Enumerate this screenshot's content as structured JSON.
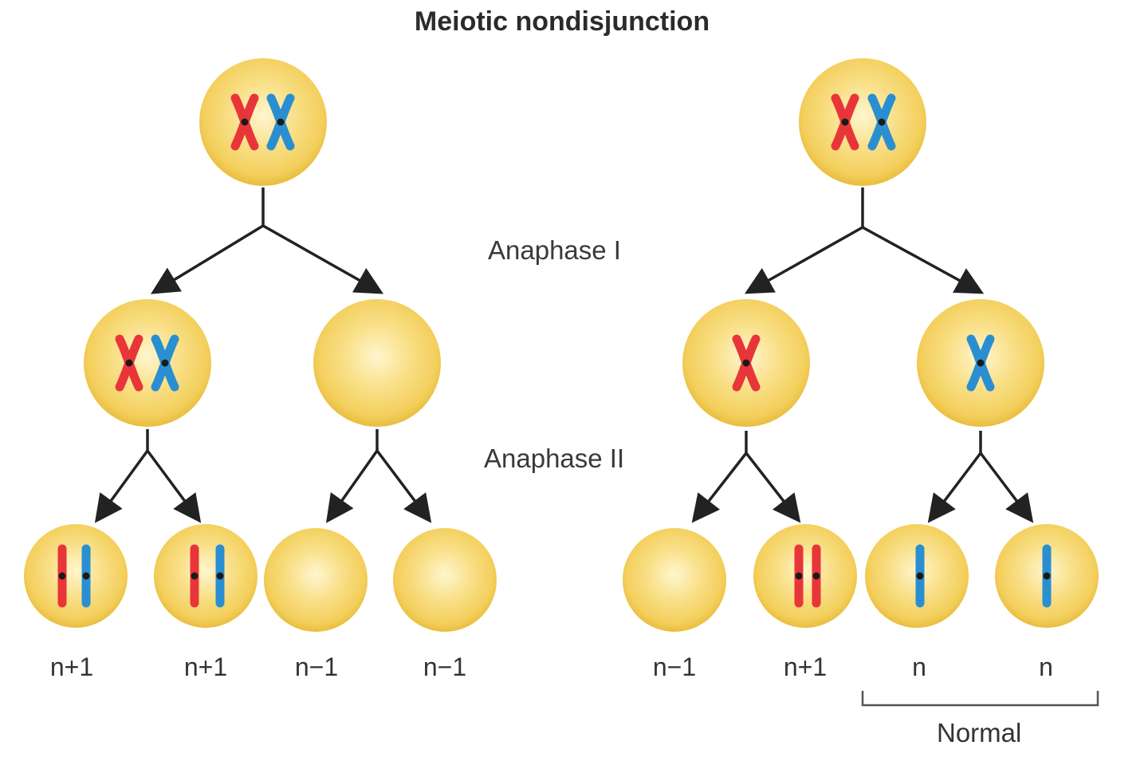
{
  "title": "Meiotic nondisjunction",
  "stages": {
    "anaphase_1": "Anaphase I",
    "anaphase_2": "Anaphase II"
  },
  "left_panel": {
    "gamete_labels": [
      "n+1",
      "n+1",
      "n−1",
      "n−1"
    ]
  },
  "right_panel": {
    "gamete_labels": [
      "n−1",
      "n+1",
      "n",
      "n"
    ],
    "bracket_label": "Normal"
  },
  "colors": {
    "cell_fill": "#f6d66a",
    "cell_highlight": "#fff6cf",
    "cell_edge": "#e9bd3e",
    "maternal_chromosome": "#e8353a",
    "paternal_chromosome": "#2a8fd0",
    "centromere": "#1a1a1a",
    "arrow": "#222222"
  }
}
